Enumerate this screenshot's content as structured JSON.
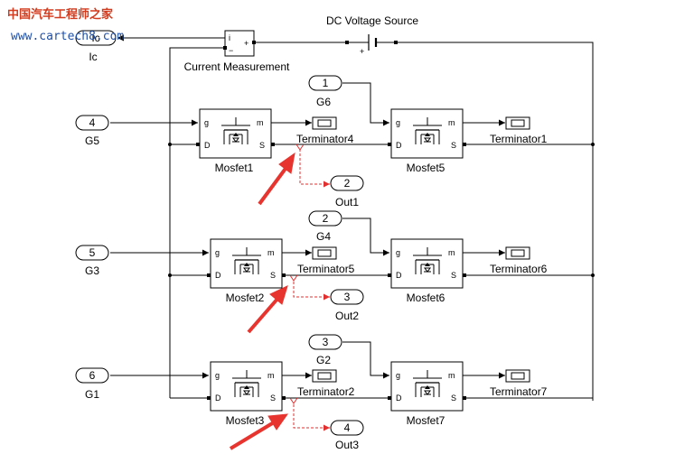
{
  "watermark": {
    "line1": "中国汽车工程师之家",
    "line2": "www.cartech8.com"
  },
  "current_measurement": {
    "label": "Current Measurement",
    "pin_i": "i",
    "pin_minus": "−",
    "pin_plus": "+"
  },
  "dc_source": {
    "label": "DC Voltage Source",
    "plus_mark": "+"
  },
  "pin_labels": {
    "g": "g",
    "m": "m",
    "d": "D",
    "s": "S"
  },
  "inports": [
    {
      "num": "4",
      "label": "G5"
    },
    {
      "num": "5",
      "label": "G3"
    },
    {
      "num": "6",
      "label": "G1"
    },
    {
      "num": "1",
      "label": "G6"
    },
    {
      "num": "2",
      "label": "G4"
    },
    {
      "num": "3",
      "label": "G2"
    }
  ],
  "outports": [
    {
      "num": "Ic",
      "label": "Ic"
    },
    {
      "num": "2",
      "label": "Out1"
    },
    {
      "num": "3",
      "label": "Out2"
    },
    {
      "num": "4",
      "label": "Out3"
    }
  ],
  "mosfets": [
    {
      "label": "Mosfet1"
    },
    {
      "label": "Mosfet5"
    },
    {
      "label": "Mosfet2"
    },
    {
      "label": "Mosfet6"
    },
    {
      "label": "Mosfet3"
    },
    {
      "label": "Mosfet7"
    }
  ],
  "terminators": [
    {
      "label": "Terminator4"
    },
    {
      "label": "Terminator1"
    },
    {
      "label": "Terminator5"
    },
    {
      "label": "Terminator6"
    },
    {
      "label": "Terminator2"
    },
    {
      "label": "Terminator7"
    }
  ],
  "colors": {
    "wire": "#000000",
    "measurement_line": "#e03030",
    "arrow": "#e8342e"
  }
}
